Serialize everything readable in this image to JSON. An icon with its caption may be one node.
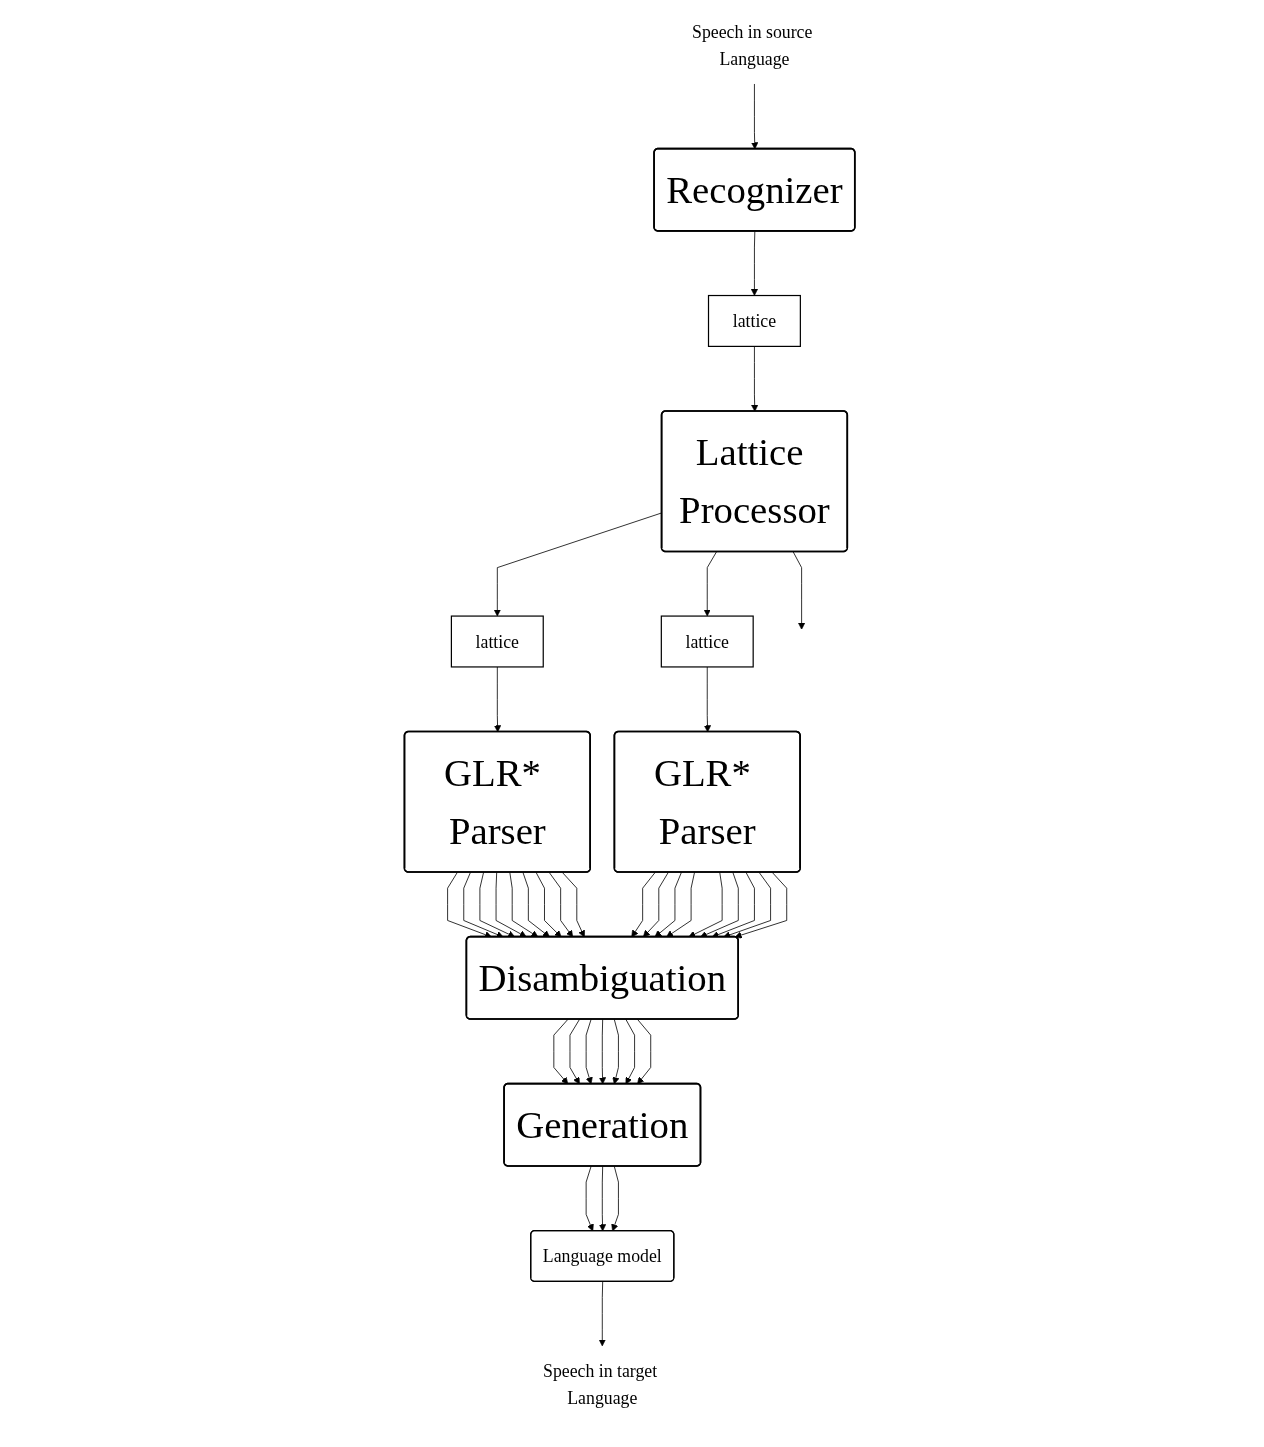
{
  "diagram": {
    "nodes": [
      {
        "text": [
          "Speech in source Language"
        ]
      },
      {
        "text": [
          "Recognizer"
        ]
      },
      {
        "text": [
          "lattice"
        ]
      },
      {
        "text": [
          "Lattice Processor"
        ]
      },
      {
        "text": [
          "lattice"
        ]
      },
      {
        "text": [
          "lattice"
        ]
      },
      {
        "text": [
          "GLR* Parser"
        ]
      },
      {
        "text": [
          "GLR* Parser"
        ]
      },
      {
        "text": [
          "Disambiguation"
        ]
      },
      {
        "text": [
          "Generation"
        ]
      },
      {
        "text": [
          "Language model"
        ]
      },
      {
        "text": [
          "Speech in target Language"
        ]
      }
    ],
    "edges": [
      {
        "from": 0,
        "to": 1,
        "arrow": "to"
      },
      {
        "from": 1,
        "to": 2,
        "arrow": "to"
      },
      {
        "from": 2,
        "to": 3,
        "arrow": "to"
      },
      {
        "from": 3,
        "to": 4,
        "arrow": "to"
      },
      {
        "from": 3,
        "to": null,
        "arrow": "to"
      },
      {
        "from": 3,
        "to": 5,
        "arrow": "to"
      },
      {
        "from": 4,
        "to": 6,
        "arrow": "to"
      },
      {
        "from": 5,
        "to": 7,
        "arrow": "to"
      },
      {
        "from": 6,
        "to": 8,
        "arrow": "to"
      },
      {
        "from": 6,
        "to": 8,
        "arrow": "to"
      },
      {
        "from": 6,
        "to": 8,
        "arrow": "to"
      },
      {
        "from": 6,
        "to": 8,
        "arrow": "to"
      },
      {
        "from": 6,
        "to": 8,
        "arrow": "to"
      },
      {
        "from": 6,
        "to": 8,
        "arrow": "to"
      },
      {
        "from": 6,
        "to": 8,
        "arrow": "to"
      },
      {
        "from": 6,
        "to": 8,
        "arrow": "to"
      },
      {
        "from": 6,
        "to": 8,
        "arrow": "to"
      },
      {
        "from": 7,
        "to": 8,
        "arrow": "to"
      },
      {
        "from": 7,
        "to": 8,
        "arrow": "to"
      },
      {
        "from": 7,
        "to": 8,
        "arrow": "to"
      },
      {
        "from": 7,
        "to": 8,
        "arrow": "to"
      },
      {
        "from": 7,
        "to": 8,
        "arrow": "to"
      },
      {
        "from": 7,
        "to": 8,
        "arrow": "to"
      },
      {
        "from": 7,
        "to": 8,
        "arrow": "to"
      },
      {
        "from": 7,
        "to": 8,
        "arrow": "to"
      },
      {
        "from": 7,
        "to": 8,
        "arrow": "to"
      },
      {
        "from": 8,
        "to": 9,
        "arrow": "to"
      },
      {
        "from": 8,
        "to": 9,
        "arrow": "to"
      },
      {
        "from": 8,
        "to": 9,
        "arrow": "to"
      },
      {
        "from": 8,
        "to": 9,
        "arrow": "to"
      },
      {
        "from": 8,
        "to": 9,
        "arrow": "to"
      },
      {
        "from": 8,
        "to": 9,
        "arrow": "to"
      },
      {
        "from": 8,
        "to": 9,
        "arrow": "to"
      },
      {
        "from": 9,
        "to": 10,
        "arrow": "to"
      },
      {
        "from": 9,
        "to": 10,
        "arrow": "to"
      },
      {
        "from": 9,
        "to": 10,
        "arrow": "to"
      },
      {
        "from": 10,
        "to": 11,
        "arrow": "to"
      }
    ]
  }
}
